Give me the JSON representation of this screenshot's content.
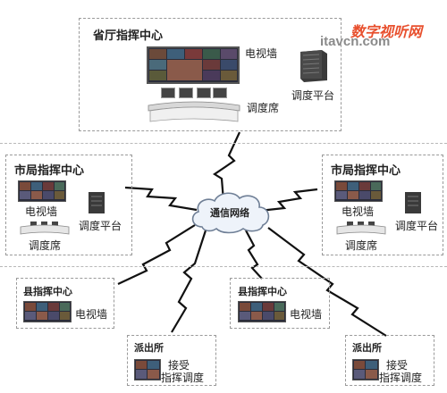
{
  "watermark": {
    "brand_cn": "数字视听网",
    "brand_en": "itavcn.com",
    "brand_color": "#e8502e",
    "url_color": "#8a8a8a"
  },
  "colors": {
    "line": "#111111",
    "cloud_fill": "#eef3fa",
    "cloud_stroke": "#6f7f96",
    "box_border": "#9a9a9a",
    "screen_dark": "#2b2d3a"
  },
  "province": {
    "title": "省厅指挥中心",
    "video_wall": "电视墙",
    "dispatch_platform": "调度平台",
    "dispatch_desk": "调度席"
  },
  "city_left": {
    "title": "市局指挥中心",
    "video_wall": "电视墙",
    "dispatch_platform": "调度平台",
    "dispatch_desk": "调度席"
  },
  "city_right": {
    "title": "市局指挥中心",
    "video_wall": "电视墙",
    "dispatch_platform": "调度平台",
    "dispatch_desk": "调度席"
  },
  "network": {
    "label": "通信网络"
  },
  "county_left": {
    "title": "县指挥中心",
    "video_wall": "电视墙"
  },
  "county_right": {
    "title": "县指挥中心",
    "video_wall": "电视墙"
  },
  "station_left": {
    "title": "派出所",
    "line1": "接受",
    "line2": "指挥调度"
  },
  "station_right": {
    "title": "派出所",
    "line1": "接受",
    "line2": "指挥调度"
  }
}
